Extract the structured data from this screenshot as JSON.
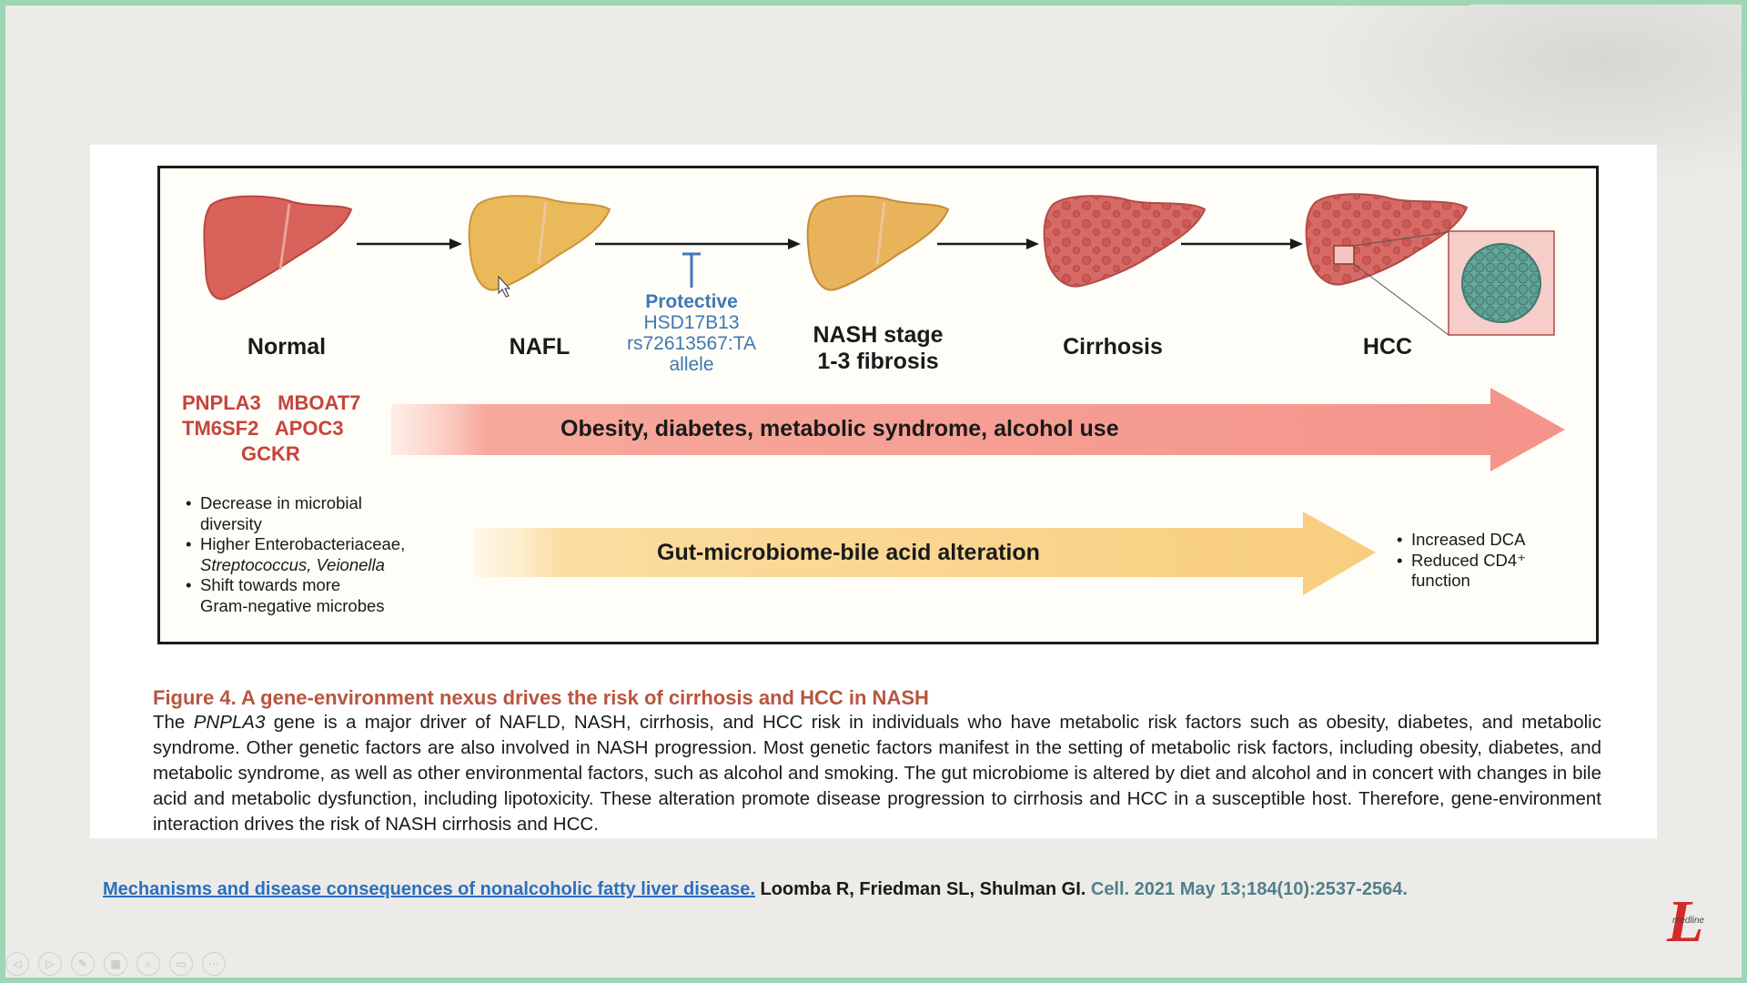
{
  "figure": {
    "stages": [
      {
        "label": "Normal"
      },
      {
        "label": "NAFL"
      },
      {
        "label_line1": "NASH stage",
        "label_line2": "1-3 fibrosis"
      },
      {
        "label": "Cirrhosis"
      },
      {
        "label": "HCC"
      }
    ],
    "protective": {
      "title": "Protective",
      "gene": "HSD17B13",
      "variant": "rs72613567:TA",
      "allele": "allele"
    },
    "genes": {
      "row1": "PNPLA3   MBOAT7",
      "row2": "TM6SF2   APOC3",
      "row3": "GCKR"
    },
    "risk_arrow_text": "Obesity, diabetes, metabolic syndrome, alcohol use",
    "microbiome_arrow_text": "Gut-microbiome-bile acid alteration",
    "left_bullets": {
      "b1_line1": "Decrease in microbial",
      "b1_line2": "diversity",
      "b2_line1": "Higher Enterobacteriaceae,",
      "b2_line2": "Streptococcus, Veionella",
      "b3_line1": "Shift towards more",
      "b3_line2": "Gram-negative microbes"
    },
    "right_bullets": {
      "b1": "Increased DCA",
      "b2_line1": "Reduced CD4⁺",
      "b2_line2": "function"
    },
    "colors": {
      "risk_arrow": "#f4978e",
      "microbiome_arrow": "#f9d38a",
      "normal_liver": "#d9625a",
      "fatty_liver": "#eab95a",
      "cirrhosis_liver": "#d86a66",
      "protective_text": "#3f78b3",
      "gene_text": "#c4453c"
    }
  },
  "caption": {
    "title": "Figure 4.  A gene-environment nexus drives the risk of cirrhosis and HCC in NASH",
    "body_pre": "The ",
    "body_gene": "PNPLA3",
    "body_post": " gene is a major driver of NAFLD, NASH, cirrhosis, and HCC risk in individuals who have metabolic risk factors such as obesity, diabetes, and metabolic syndrome. Other genetic factors are also involved in NASH progression. Most genetic factors manifest in the setting of metabolic risk factors, including obesity, diabetes, and metabolic syndrome, as well as other environmental factors, such as alcohol and smoking. The gut microbiome is altered by diet and alcohol and in concert with changes in bile acid and metabolic dysfunction, including lipotoxicity. These alteration promote disease progression to cirrhosis and HCC in a susceptible host. Therefore, gene-environment interaction drives the risk of NASH cirrhosis and HCC."
  },
  "citation": {
    "link_text": "Mechanisms and disease consequences of nonalcoholic  fatty liver disease.",
    "authors": " Loomba R, Friedman SL, Shulman GI.",
    "journal": " Cell. 2021 May 13;184(10):2537-2564."
  },
  "logo": {
    "letter": "L",
    "word": "medline"
  },
  "toolbar": {
    "buttons": [
      {
        "icon": "prev-icon"
      },
      {
        "icon": "next-icon"
      },
      {
        "icon": "pen-icon"
      },
      {
        "icon": "slides-icon"
      },
      {
        "icon": "zoom-icon"
      },
      {
        "icon": "subtitles-icon"
      },
      {
        "icon": "more-icon"
      }
    ]
  }
}
